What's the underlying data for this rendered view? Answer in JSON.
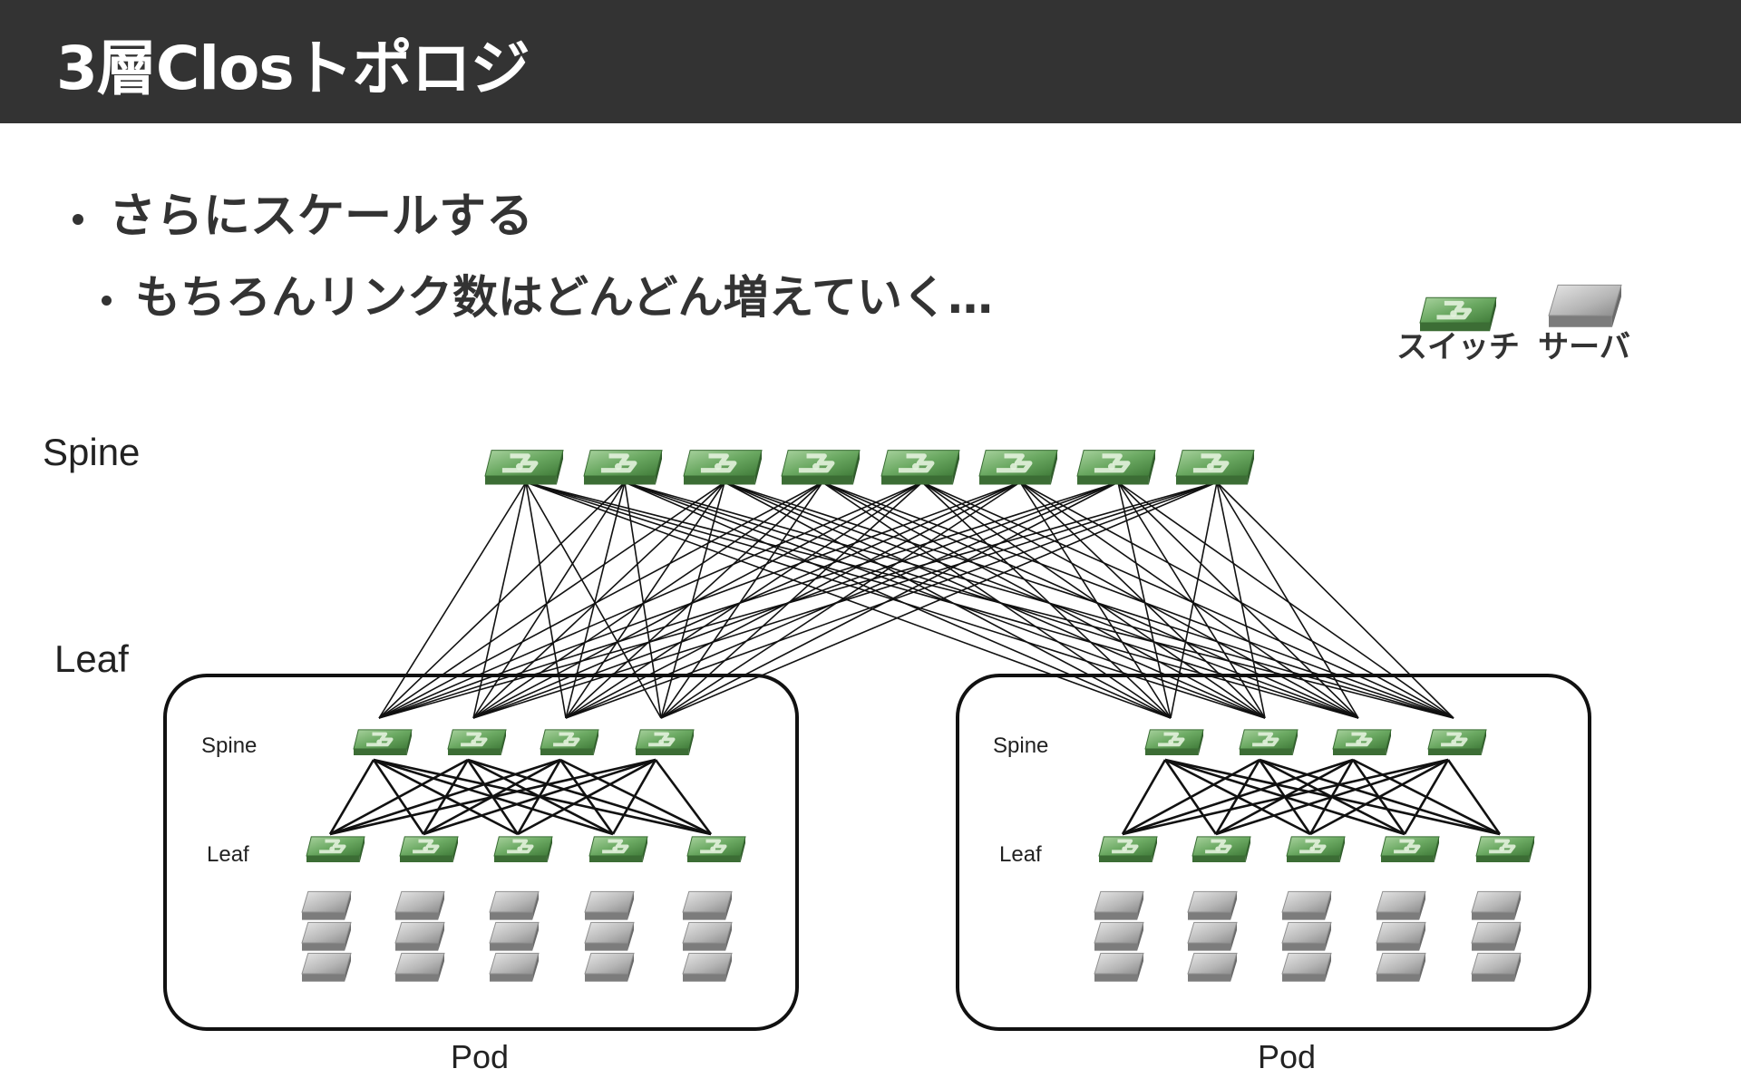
{
  "header": {
    "title": "3層Closトポロジ"
  },
  "bullets": [
    {
      "level": 1,
      "text": "さらにスケールする"
    },
    {
      "level": 2,
      "text": "もちろんリンク数はどんどん増えていく…"
    }
  ],
  "legend": {
    "switch_label": "スイッチ",
    "server_label": "サーバ"
  },
  "tiers": {
    "spine_label": "Spine",
    "leaf_label": "Leaf"
  },
  "pods": [
    {
      "label": "Pod",
      "spine_label": "Spine",
      "leaf_label": "Leaf",
      "spine_count": 4,
      "leaf_count": 5,
      "servers_per_leaf": 3
    },
    {
      "label": "Pod",
      "spine_label": "Spine",
      "leaf_label": "Leaf",
      "spine_count": 4,
      "leaf_count": 5,
      "servers_per_leaf": 3
    }
  ],
  "super_spine_count": 8,
  "colors": {
    "header_bg": "#333333",
    "switch_green": "#6aa861",
    "server_gray": "#a6a6a6",
    "link": "#111111"
  }
}
